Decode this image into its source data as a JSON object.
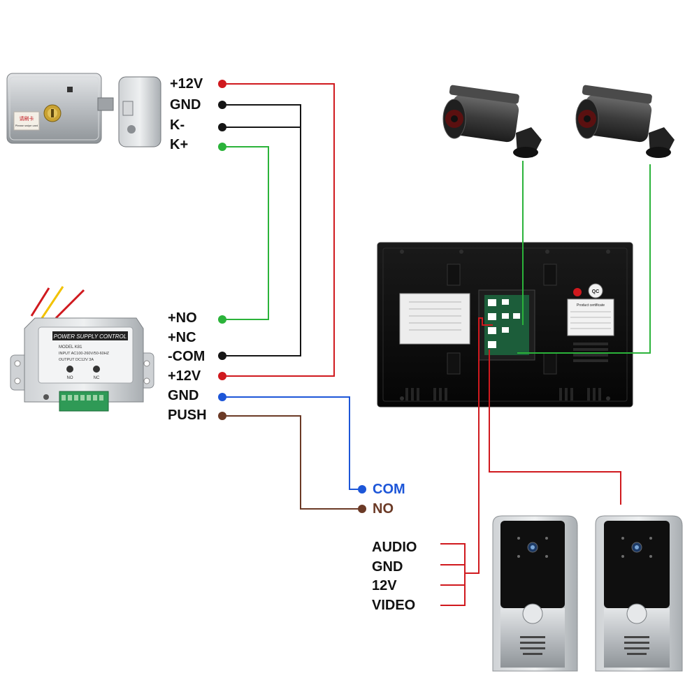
{
  "lock": {
    "terminals": [
      "+12V",
      "GND",
      "K-",
      "K+"
    ],
    "label_sticker": "请刷卡",
    "sticker_subtext": "Please swipe card"
  },
  "power_supply": {
    "title": "POWER SUPPLY CONTROL",
    "model": "MODEL K81",
    "input": "INPUT AC100-260V/50-60HZ",
    "output": "OUTPUT DC12V 3A",
    "no_label": "NO",
    "nc_label": "NC",
    "terminals": [
      "+NO",
      "+NC",
      "-COM",
      "+12V",
      "GND",
      "PUSH"
    ]
  },
  "exit_button": {
    "com_label": "COM",
    "no_label": "NO"
  },
  "door_station": {
    "wires": [
      "AUDIO",
      "GND",
      "12V",
      "VIDEO"
    ]
  },
  "monitor": {
    "cert_title": "Product certificate",
    "qc_label": "QC"
  },
  "colors": {
    "red": "#d0191e",
    "black": "#151515",
    "green": "#2bb33a",
    "blue": "#1d56d8",
    "brown": "#6b3a26"
  }
}
